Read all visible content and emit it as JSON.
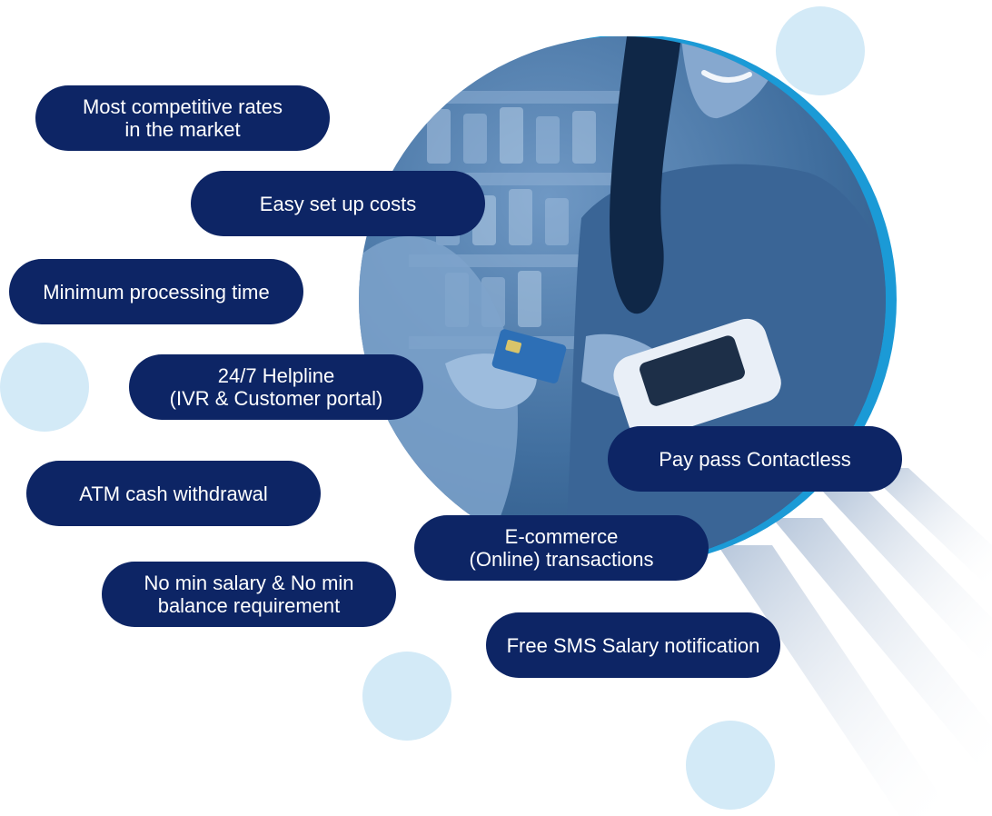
{
  "features": [
    {
      "id": "competitive-rates",
      "text": "Most competitive rates\nin the market"
    },
    {
      "id": "easy-setup",
      "text": "Easy set up costs"
    },
    {
      "id": "processing-time",
      "text": "Minimum processing time"
    },
    {
      "id": "helpline",
      "text": "24/7 Helpline\n(IVR & Customer portal)"
    },
    {
      "id": "atm-withdrawal",
      "text": "ATM cash withdrawal"
    },
    {
      "id": "no-min-salary",
      "text": "No min salary & No min\nbalance requirement"
    },
    {
      "id": "contactless",
      "text": "Pay pass Contactless"
    },
    {
      "id": "ecommerce",
      "text": "E-commerce\n(Online) transactions"
    },
    {
      "id": "sms-notification",
      "text": "Free SMS Salary notification"
    }
  ],
  "colors": {
    "pill_background": "#0d2565",
    "pill_text": "#ffffff",
    "bubble": "#d3eaf7",
    "ring_accent": "#1b9ad6",
    "photo_tint": "#3f6ea6"
  },
  "images": {
    "photo_subject": "customer-tapping-card-on-pos-terminal"
  }
}
